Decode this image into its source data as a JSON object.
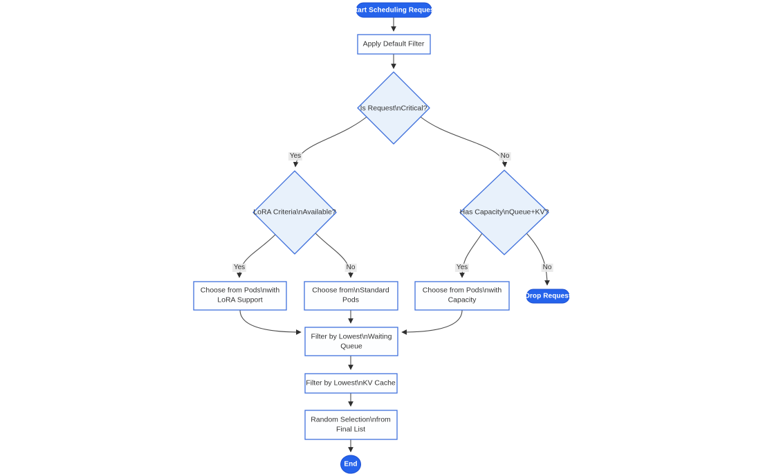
{
  "diagram": {
    "type": "flowchart",
    "direction": "top-down",
    "colors": {
      "background": "#ffffff",
      "terminal_fill": "#2563eb",
      "terminal_text": "#ffffff",
      "node_border": "#3e6fdb",
      "process_fill": "#fdfeff",
      "decision_fill": "#e8f1fb",
      "node_text": "#333333",
      "edge_line": "#4a4a4a",
      "arrowhead": "#2f2f2f",
      "edge_label_bg": "#e8e8e8"
    },
    "nodes": {
      "start": {
        "type": "stadium",
        "label": "Start Scheduling Request"
      },
      "apply_filter": {
        "type": "process",
        "label": "Apply Default Filter"
      },
      "is_critical": {
        "type": "decision",
        "label": "Is Request\\nCritical?"
      },
      "lora_criteria": {
        "type": "decision",
        "label": "LoRA Criteria\\nAvailable?"
      },
      "has_capacity": {
        "type": "decision",
        "label": "Has Capacity\\nQueue+KV?"
      },
      "choose_lora_pods": {
        "type": "process",
        "lines": [
          "Choose from Pods\\nwith",
          "LoRA Support"
        ]
      },
      "choose_standard_pods": {
        "type": "process",
        "lines": [
          "Choose from\\nStandard",
          "Pods"
        ]
      },
      "choose_capacity_pods": {
        "type": "process",
        "lines": [
          "Choose from Pods\\nwith",
          "Capacity"
        ]
      },
      "drop_request": {
        "type": "stadium",
        "label": "Drop Request"
      },
      "filter_waiting_queue": {
        "type": "process",
        "lines": [
          "Filter by Lowest\\nWaiting",
          "Queue"
        ]
      },
      "filter_kv_cache": {
        "type": "process",
        "label": "Filter by Lowest\\nKV Cache"
      },
      "random_selection": {
        "type": "process",
        "lines": [
          "Random Selection\\nfrom",
          "Final List"
        ]
      },
      "end": {
        "type": "stadium",
        "label": "End"
      }
    },
    "edge_labels": {
      "critical_yes": "Yes",
      "critical_no": "No",
      "lora_yes": "Yes",
      "lora_no": "No",
      "capacity_yes": "Yes",
      "capacity_no": "No"
    }
  }
}
